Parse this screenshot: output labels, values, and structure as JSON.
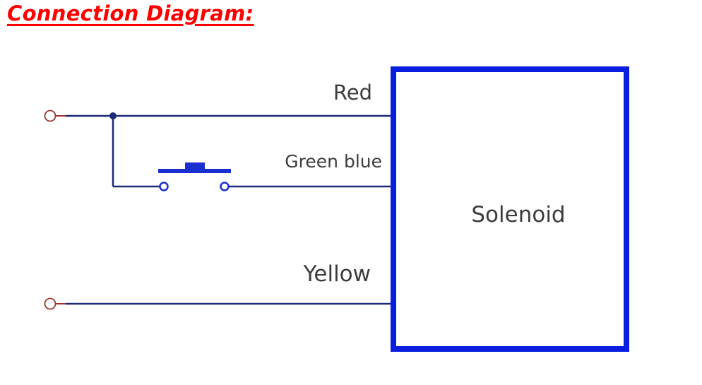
{
  "heading": {
    "text": "Connection Diagram:",
    "color": "#ff0000"
  },
  "colors": {
    "wire": "#1c2a78",
    "box": "#0a1ee0",
    "switch": "#1a2fd0",
    "terminal_lead": "#a0302a",
    "terminal": "#9b3a30"
  },
  "wires": {
    "red": "Red",
    "green_blue": "Green blue",
    "yellow": "Yellow"
  },
  "device": {
    "label": "Solenoid"
  }
}
